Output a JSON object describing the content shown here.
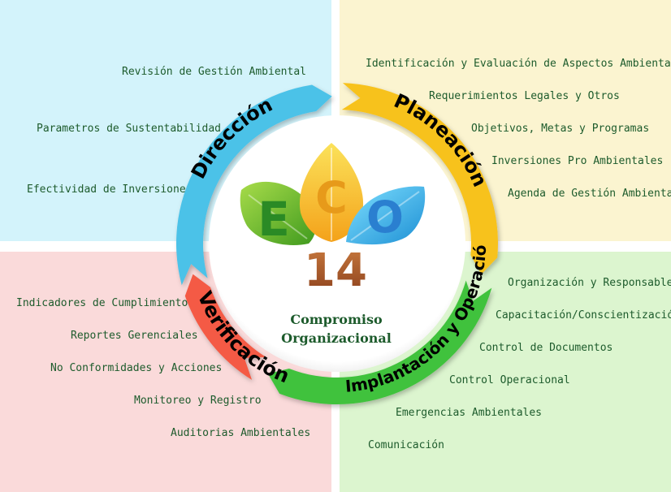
{
  "colors": {
    "direccion": "#4cc2e8",
    "planeacion": "#f7c21f",
    "implantacion": "#3fc23c",
    "verificacion": "#f45a45",
    "text": "#1d5b2c"
  },
  "cycle": {
    "direccion": "Dirección",
    "planeacion": "Planeación",
    "implantacion": "Implantación y Operación",
    "verificacion": "Verificación"
  },
  "logo": {
    "letters": [
      "E",
      "C",
      "O"
    ],
    "number": "14"
  },
  "center": {
    "line1": "Compromiso",
    "line2": "Organizacional"
  },
  "direccion_items": [
    "Revisión de Gestión Ambiental",
    "Parametros de Sustentabilidad",
    "Efectividad de Inversiones"
  ],
  "planeacion_items": [
    "Identificación y Evaluación de Aspectos Ambientales",
    "Requerimientos Legales y Otros",
    "Objetivos, Metas y Programas",
    "Inversiones Pro Ambientales",
    "Agenda de Gestión Ambiental"
  ],
  "implantacion_items": [
    "Organización y Responsables",
    "Capacitación/Conscientización",
    "Control de Documentos",
    "Control Operacional",
    "Emergencias Ambientales",
    "Comunicación"
  ],
  "verificacion_items": [
    "Indicadores de Cumplimiento",
    "Reportes Gerenciales",
    "No Conformidades y Acciones",
    "Monitoreo y Registro",
    "Auditorias Ambientales"
  ]
}
